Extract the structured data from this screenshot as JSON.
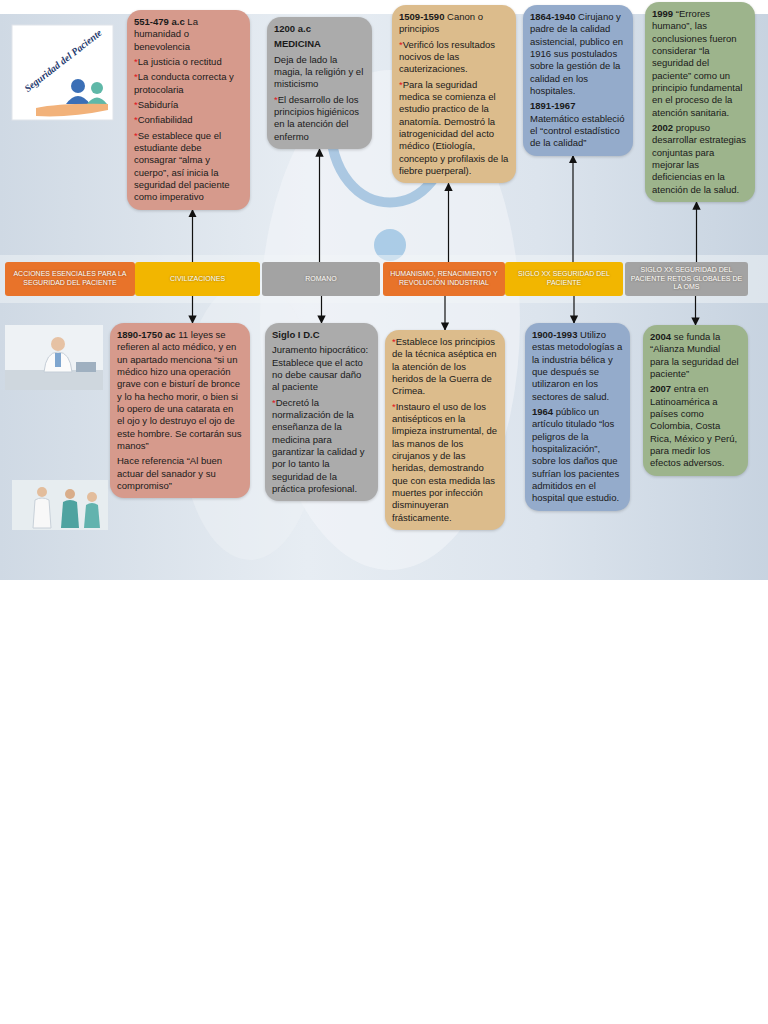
{
  "diagram": {
    "nodes": [
      {
        "text": [
          "551-479 a.c La humanidad o benevolencia",
          "*La justicia o rectitud",
          "*La conducta correcta y protocolaria",
          "*Sabiduría",
          "*Confiabilidad",
          "*Se establece que el estudiante debe consagrar “alma y cuerpo”, así inicia la seguridad del paciente como imperativo"
        ]
      },
      {
        "text": [
          "1200 a.c",
          "MEDICINA",
          "Deja de lado la magia, la religión y el misticismo",
          "*El desarrollo de los principios higiénicos en la atención del enfermo"
        ]
      },
      {
        "text": [
          "1509-1590 Canon o principios",
          "*Verificó los resultados nocivos de las cauterizaciones.",
          "*Para la seguridad medica se comienza el estudio practico de la anatomía. Demostró la iatrogenicidad del acto médico (Etiología, concepto y profilaxis de la fiebre puerperal)."
        ]
      },
      {
        "text": [
          "1864-1940 Cirujano y padre de la calidad asistencial, publico en 1916 sus postulados sobre la gestión de la calidad en los hospitales.",
          "1891-1967 Matemático estableció el “control estadístico de la calidad”"
        ]
      },
      {
        "text": [
          "1999 “Errores humano”, las conclusiones fueron considerar “la seguridad del paciente” como un principio fundamental en el proceso de la atención sanitaria.",
          "2002 propuso desarrollar estrategias conjuntas para mejorar las deficiencias en la atención de la salud."
        ]
      },
      {
        "text": [
          "ACCIONES ESENCIALES PARA LA SEGURIDAD DEL PACIENTE"
        ]
      },
      {
        "text": [
          "CIVILIZACIONES"
        ]
      },
      {
        "text": [
          "ROMANO"
        ]
      },
      {
        "text": [
          "HUMANISMO, RENACIMIENTO Y REVOLUCIÓN INDUSTRIAL"
        ]
      },
      {
        "text": [
          "SIGLO XX SEGURIDAD DEL PACIENTE"
        ]
      },
      {
        "text": [
          "SIGLO XX SEGURIDAD DEL PACIENTE RETOS GLOBALES DE LA OMS"
        ]
      },
      {
        "text": [
          "1890-1750 ac 11 leyes se refieren al acto médico, y en un apartado menciona “si un médico hizo una operación grave con e bisturí de bronce y lo ha hecho morir, o bien si lo opero de una catarata en el ojo y lo destruyo el ojo de este hombre. Se cortarán sus manos”",
          "Hace referencia “Al buen actuar del sanador y su compromiso”"
        ]
      },
      {
        "text": [
          "Siglo I D.C",
          "Juramento hipocrático: Establece que el acto no debe causar daño al paciente",
          "*Decretó la normalización de la enseñanza de la medicina para garantizar la calidad y por lo tanto la seguridad de la práctica profesional."
        ]
      },
      {
        "text": [
          "*Establece los principios de la técnica aséptica en la atención de los heridos de la Guerra de Crimea.",
          "*Instauro el uso de los antisépticos en la limpieza instrumental, de las manos de los cirujanos y de las heridas, demostrando que con esta medida las muertes por infección disminuyeran frásticamente."
        ]
      },
      {
        "text": [
          "1900-1993 Utilizo estas metodologías a la industria bélica y que después se utilizaron en los sectores de salud.",
          "1964 público un artículo titulado “los peligros de la hospitalización”, sobre los daños que sufrían los pacientes admitidos en el hospital que estudio."
        ]
      },
      {
        "text": [
          "2004 se funda la “Alianza Mundial para la seguridad del paciente”",
          "2007 entra en Latinoamérica a países como Colombia, Costa Rica, México y Perú, para medir los efectos adversos."
        ]
      }
    ],
    "edges": [
      {
        "from": 6,
        "to": 0,
        "arrow": "to"
      },
      {
        "from": 7,
        "to": 1,
        "arrow": "to"
      },
      {
        "from": 8,
        "to": 2,
        "arrow": "to"
      },
      {
        "from": 9,
        "to": 3,
        "arrow": "to"
      },
      {
        "from": 10,
        "to": 4,
        "arrow": "to"
      },
      {
        "from": 6,
        "to": 11,
        "arrow": "to"
      },
      {
        "from": 7,
        "to": 12,
        "arrow": "to"
      },
      {
        "from": 8,
        "to": 13,
        "arrow": "to"
      },
      {
        "from": 9,
        "to": 14,
        "arrow": "to"
      },
      {
        "from": 10,
        "to": 15,
        "arrow": "to"
      }
    ],
    "labels": [
      "Seguridad del Paciente"
    ]
  }
}
